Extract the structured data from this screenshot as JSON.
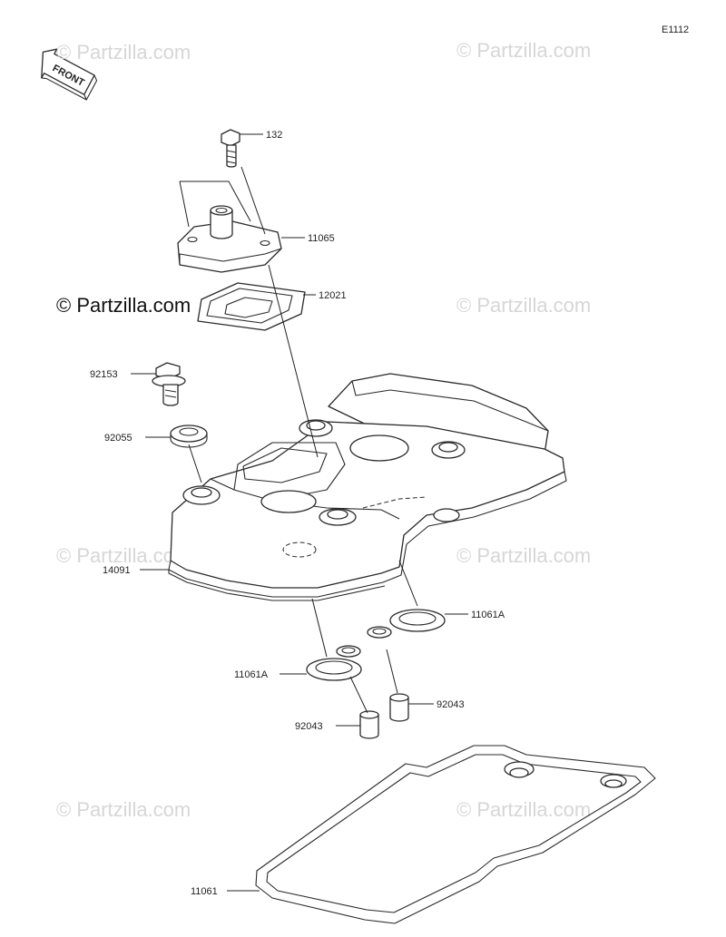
{
  "diagram_code": "E1112",
  "front_label": "FRONT",
  "watermark_text": "© Partzilla.com",
  "parts": [
    {
      "id": "bolt",
      "number": "132"
    },
    {
      "id": "breather-cover",
      "number": "11065"
    },
    {
      "id": "breather-plate",
      "number": "12021"
    },
    {
      "id": "cover-bolt",
      "number": "92153"
    },
    {
      "id": "grommet",
      "number": "92055"
    },
    {
      "id": "cylinder-head-cover",
      "number": "14091"
    },
    {
      "id": "plug-hole-gasket-right",
      "number": "11061A"
    },
    {
      "id": "plug-hole-gasket-left",
      "number": "11061A"
    },
    {
      "id": "sleeve-right",
      "number": "92043"
    },
    {
      "id": "sleeve-left",
      "number": "92043"
    },
    {
      "id": "head-cover-gasket",
      "number": "11061"
    }
  ],
  "colors": {
    "line": "#222222",
    "watermark": "#d6d6d6",
    "background": "#ffffff"
  }
}
